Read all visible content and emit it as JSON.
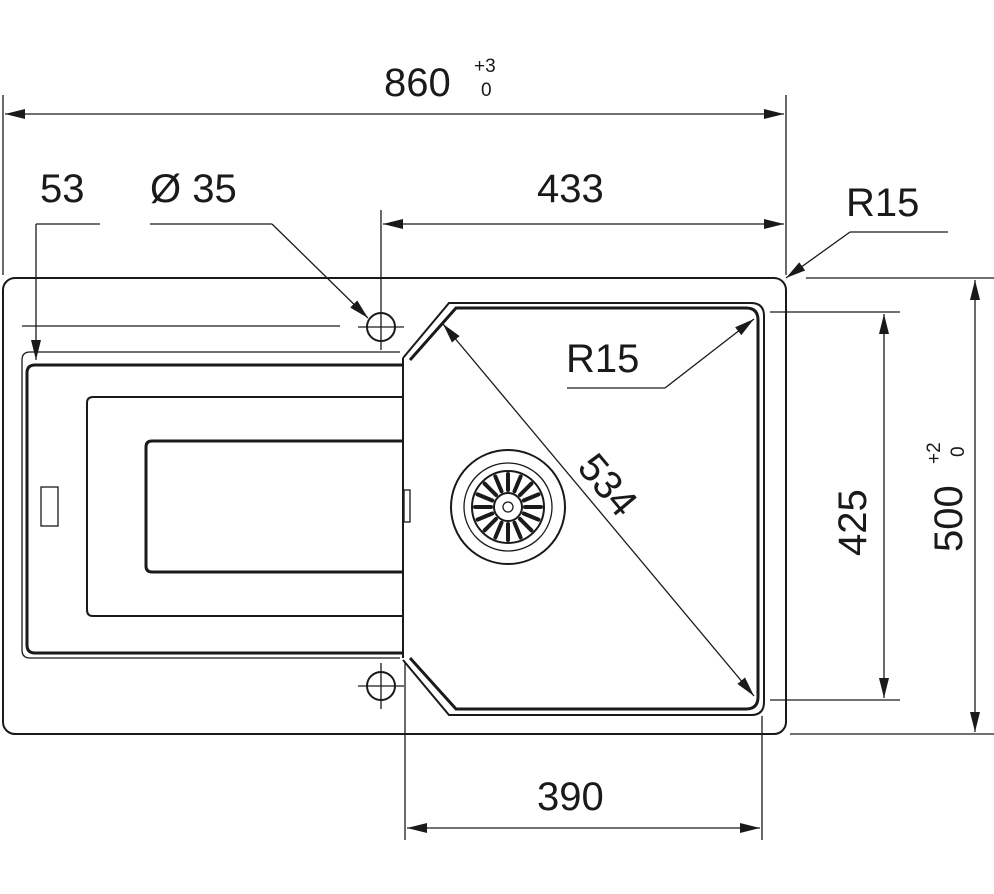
{
  "dimensions": {
    "overall_width": {
      "value": "860",
      "tol_upper": "+3",
      "tol_lower": "0"
    },
    "overall_depth": {
      "value": "500",
      "tol_upper": "+2",
      "tol_lower": "0"
    },
    "drain_offset": "53",
    "tap_hole_diameter": "Ø 35",
    "bowl_width_top": "433",
    "corner_radius_outer": "R15",
    "corner_radius_bowl": "R15",
    "bowl_diagonal": "534",
    "bowl_depth": "425",
    "bowl_width_bottom": "390"
  },
  "colors": {
    "line": "#1a1a1a",
    "background": "#ffffff"
  }
}
